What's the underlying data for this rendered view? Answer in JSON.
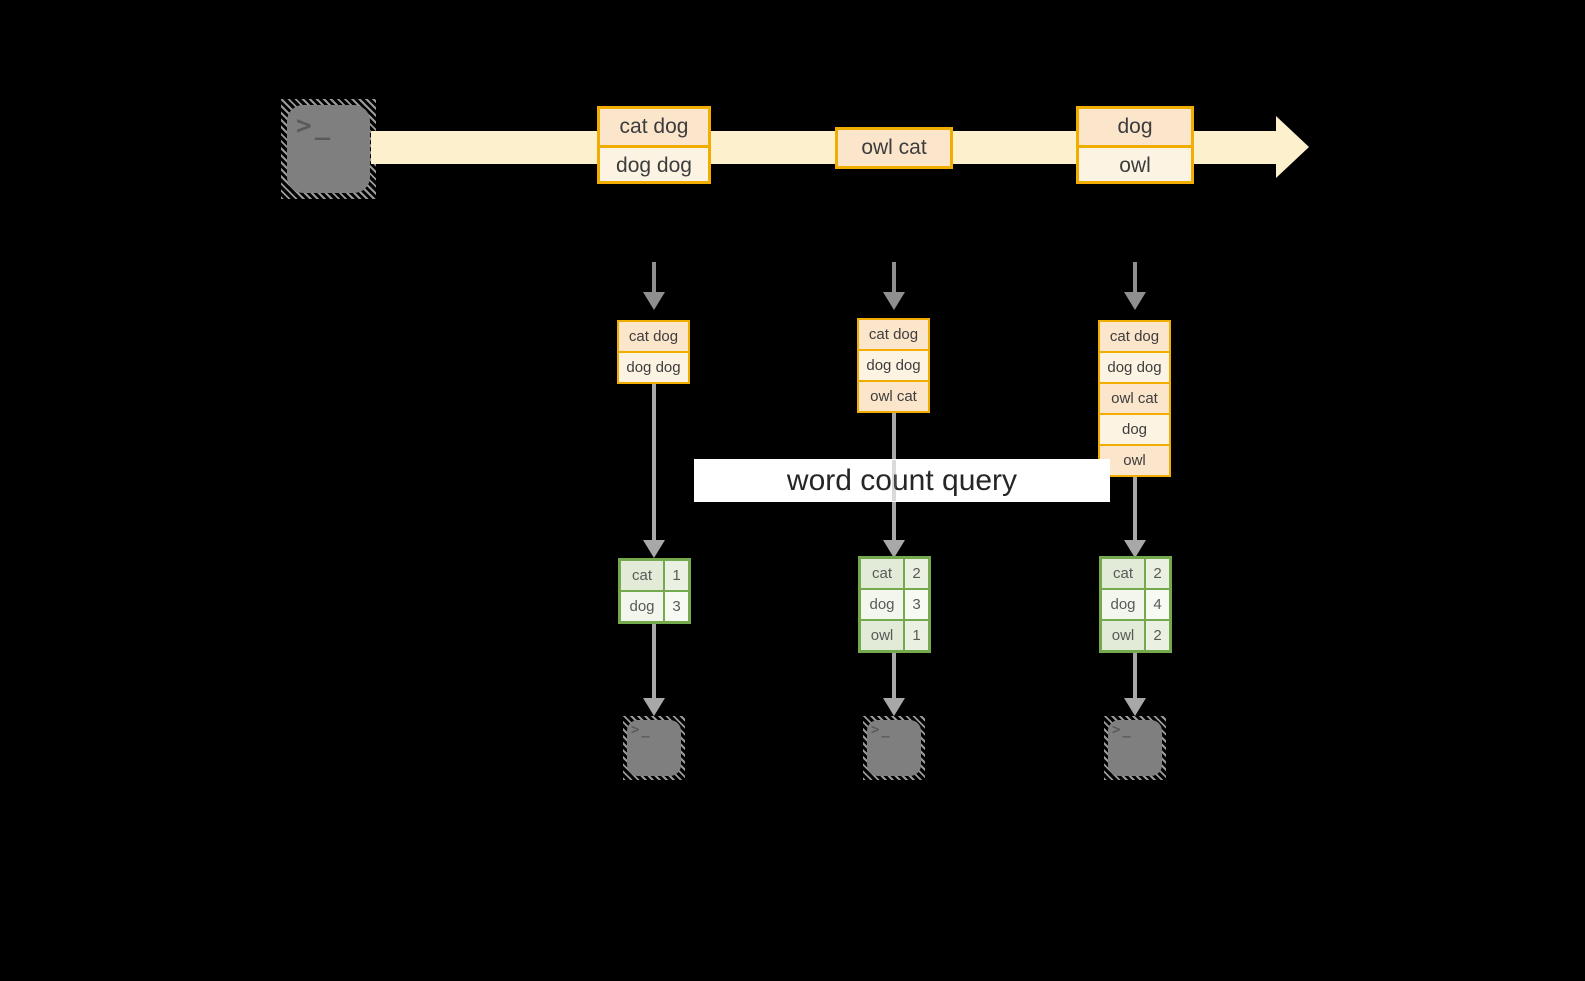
{
  "diagram": {
    "query_label": "word count query",
    "stream_batches": [
      [
        "cat dog",
        "dog dog"
      ],
      [
        "owl cat"
      ],
      [
        "dog",
        "owl"
      ]
    ],
    "accumulated_states": [
      [
        "cat dog",
        "dog dog"
      ],
      [
        "cat dog",
        "dog dog",
        "owl cat"
      ],
      [
        "cat dog",
        "dog dog",
        "owl cat",
        "dog",
        "owl"
      ]
    ],
    "result_tables": [
      [
        [
          "cat",
          "1"
        ],
        [
          "dog",
          "3"
        ]
      ],
      [
        [
          "cat",
          "2"
        ],
        [
          "dog",
          "3"
        ],
        [
          "owl",
          "1"
        ]
      ],
      [
        [
          "cat",
          "2"
        ],
        [
          "dog",
          "4"
        ],
        [
          "owl",
          "2"
        ]
      ]
    ]
  },
  "icons": {
    "terminal_prompt": ">_"
  },
  "colors": {
    "accent_gold": "#F2AE00",
    "batch_fill_peach": "#FBE5CB",
    "batch_fill_cream": "#FDF3E3",
    "stream_band": "#FCF0CD",
    "green_border": "#74A94E",
    "green_cell_light": "#E2EBD7",
    "green_cell_lighter": "#F2F6ED",
    "arrow_gray": "#A8A8A8",
    "background": "#000000"
  }
}
